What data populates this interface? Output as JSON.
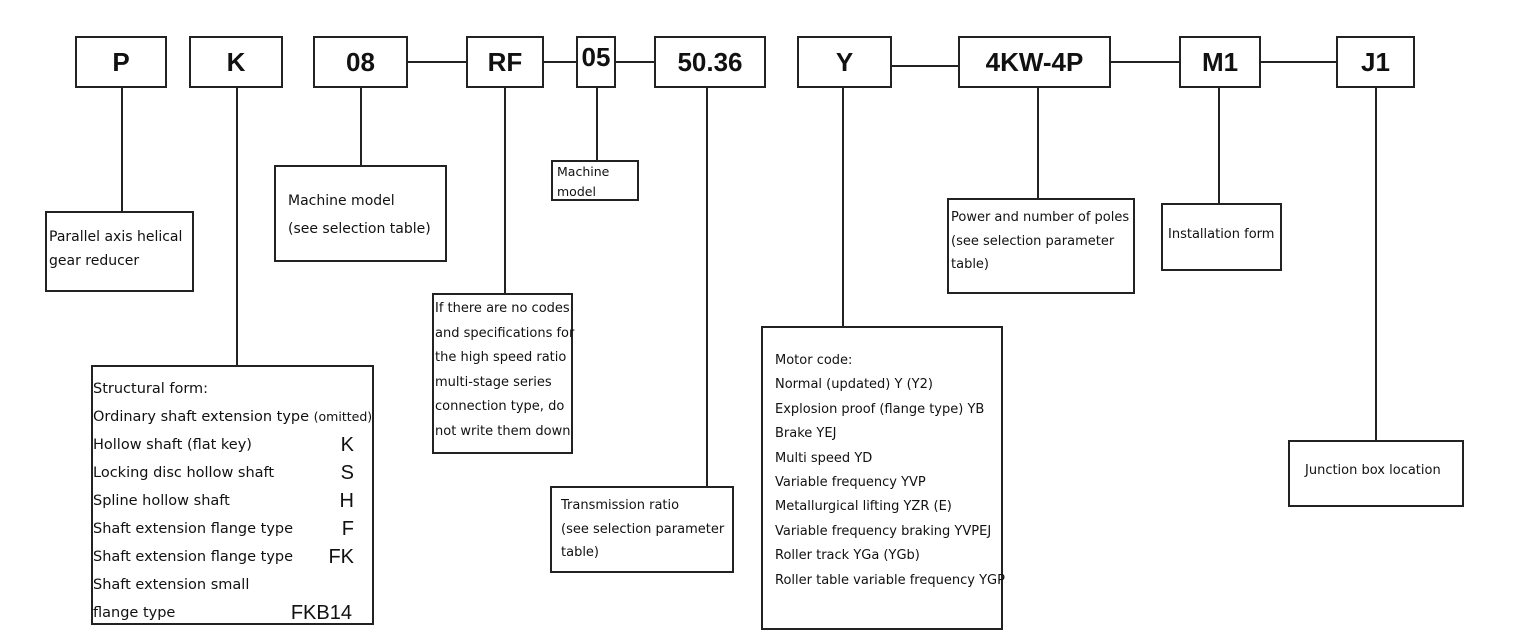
{
  "codes": {
    "p": "P",
    "k": "K",
    "model": "08",
    "rf": "RF",
    "size": "05",
    "ratio": "50.36",
    "motor": "Y",
    "power": "4KW-4P",
    "mount": "M1",
    "junction": "J1"
  },
  "descriptions": {
    "p": [
      "Parallel axis helical",
      "gear reducer"
    ],
    "model": [
      "Machine model",
      "(see selection table)"
    ],
    "size": [
      "Machine",
      "model"
    ],
    "rf": [
      "If there are no codes",
      "and specifications for",
      "the high speed ratio",
      "multi-stage series",
      "connection type, do",
      "not write them down"
    ],
    "ratio": [
      "Transmission ratio",
      "(see selection parameter",
      "table)"
    ],
    "motor": [
      "Motor code:",
      "Normal (updated) Y (Y2)",
      "Explosion proof (flange type) YB",
      "Brake YEJ",
      "Multi speed YD",
      "Variable frequency YVP",
      "Metallurgical lifting YZR (E)",
      "Variable frequency braking YVPEJ",
      "Roller track YGa (YGb)",
      "Roller table variable frequency YGP"
    ],
    "power": [
      "Power and number of poles",
      "(see selection parameter",
      "table)"
    ],
    "mount": "Installation form",
    "junction": "Junction box location"
  },
  "structural": {
    "title": "Structural form:",
    "rows": [
      {
        "text": "Ordinary shaft extension type",
        "note": "(omitted)",
        "code": ""
      },
      {
        "text": "Hollow shaft (flat key)",
        "note": "",
        "code": "K"
      },
      {
        "text": "Locking disc hollow shaft",
        "note": "",
        "code": "S"
      },
      {
        "text": "Spline hollow shaft",
        "note": "",
        "code": "H"
      },
      {
        "text": "Shaft extension flange type",
        "note": "",
        "code": "F"
      },
      {
        "text": "Shaft extension flange type",
        "note": "",
        "code": "FK"
      },
      {
        "text": "Shaft extension small",
        "note": "",
        "code": ""
      },
      {
        "text": "flange type",
        "note": "",
        "code": "FKB14"
      }
    ]
  }
}
